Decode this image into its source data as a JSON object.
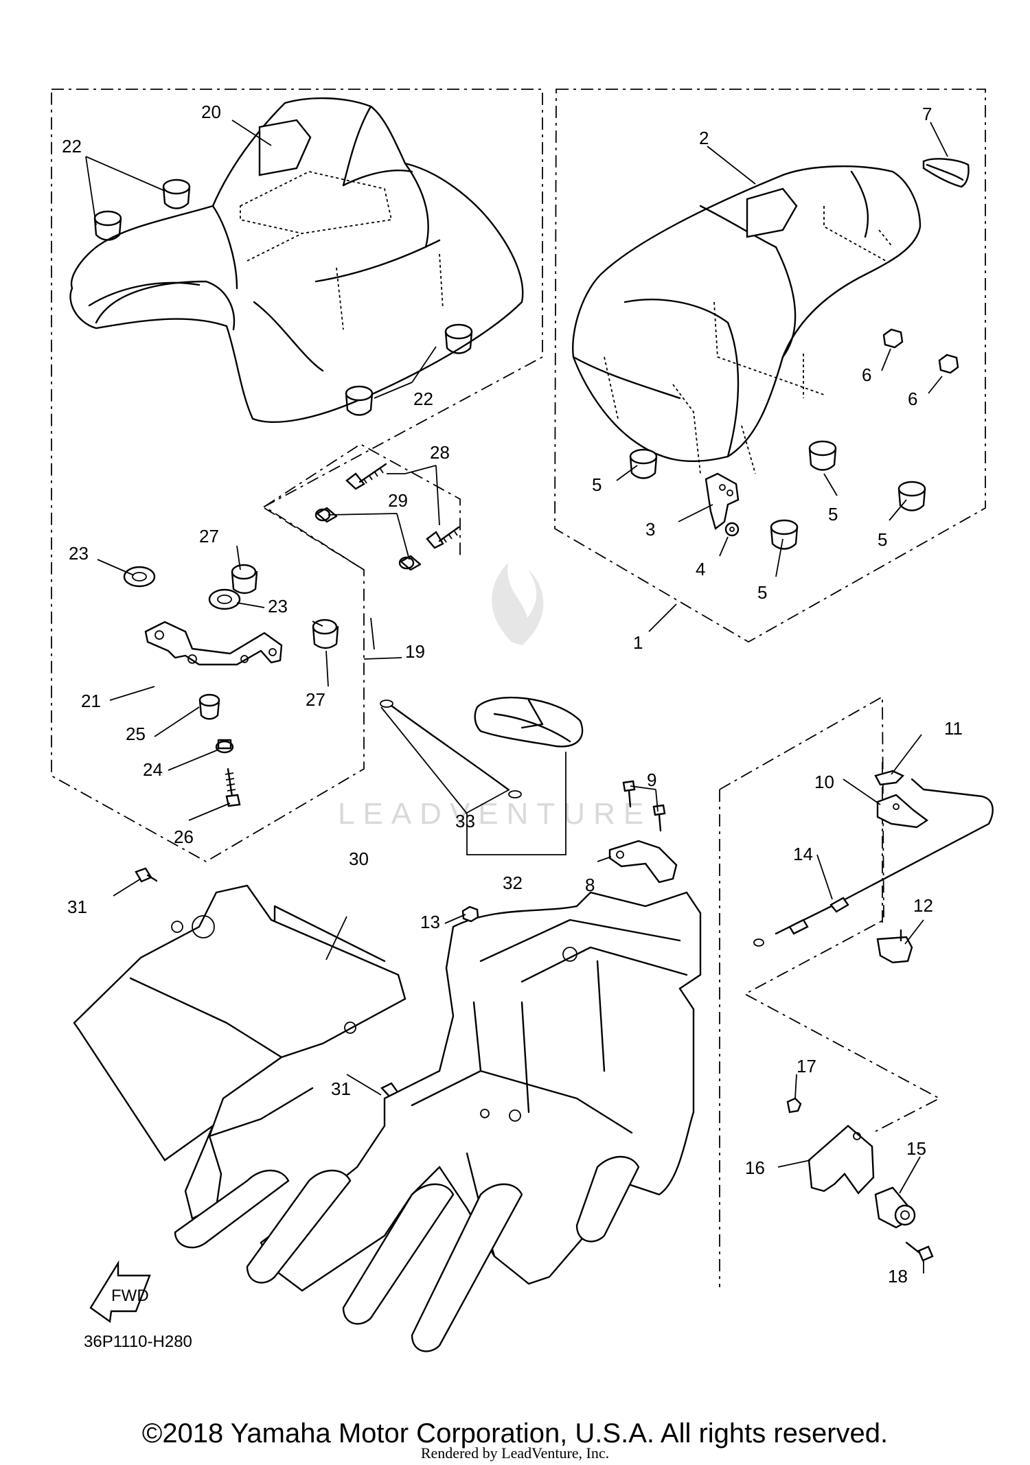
{
  "diagram": {
    "drawing_code": "36P1110-H280",
    "watermark": "LEADVENTURE",
    "fwd_label": "FWD",
    "copyright": "©2018 Yamaha Motor Corporation, U.S.A. All rights reserved.",
    "rendered_by": "Rendered by LeadVenture, Inc.",
    "callouts": {
      "c1": "1",
      "c2": "2",
      "c3": "3",
      "c4": "4",
      "c5": "5",
      "c6": "6",
      "c7": "7",
      "c8": "8",
      "c9": "9",
      "c10": "10",
      "c11": "11",
      "c12": "12",
      "c13": "13",
      "c14": "14",
      "c15": "15",
      "c16": "16",
      "c17": "17",
      "c18": "18",
      "c19": "19",
      "c20": "20",
      "c21": "21",
      "c22": "22",
      "c23": "23",
      "c24": "24",
      "c25": "25",
      "c26": "26",
      "c27": "27",
      "c28": "28",
      "c29": "29",
      "c30": "30",
      "c31": "31",
      "c32": "32",
      "c33": "33"
    }
  }
}
